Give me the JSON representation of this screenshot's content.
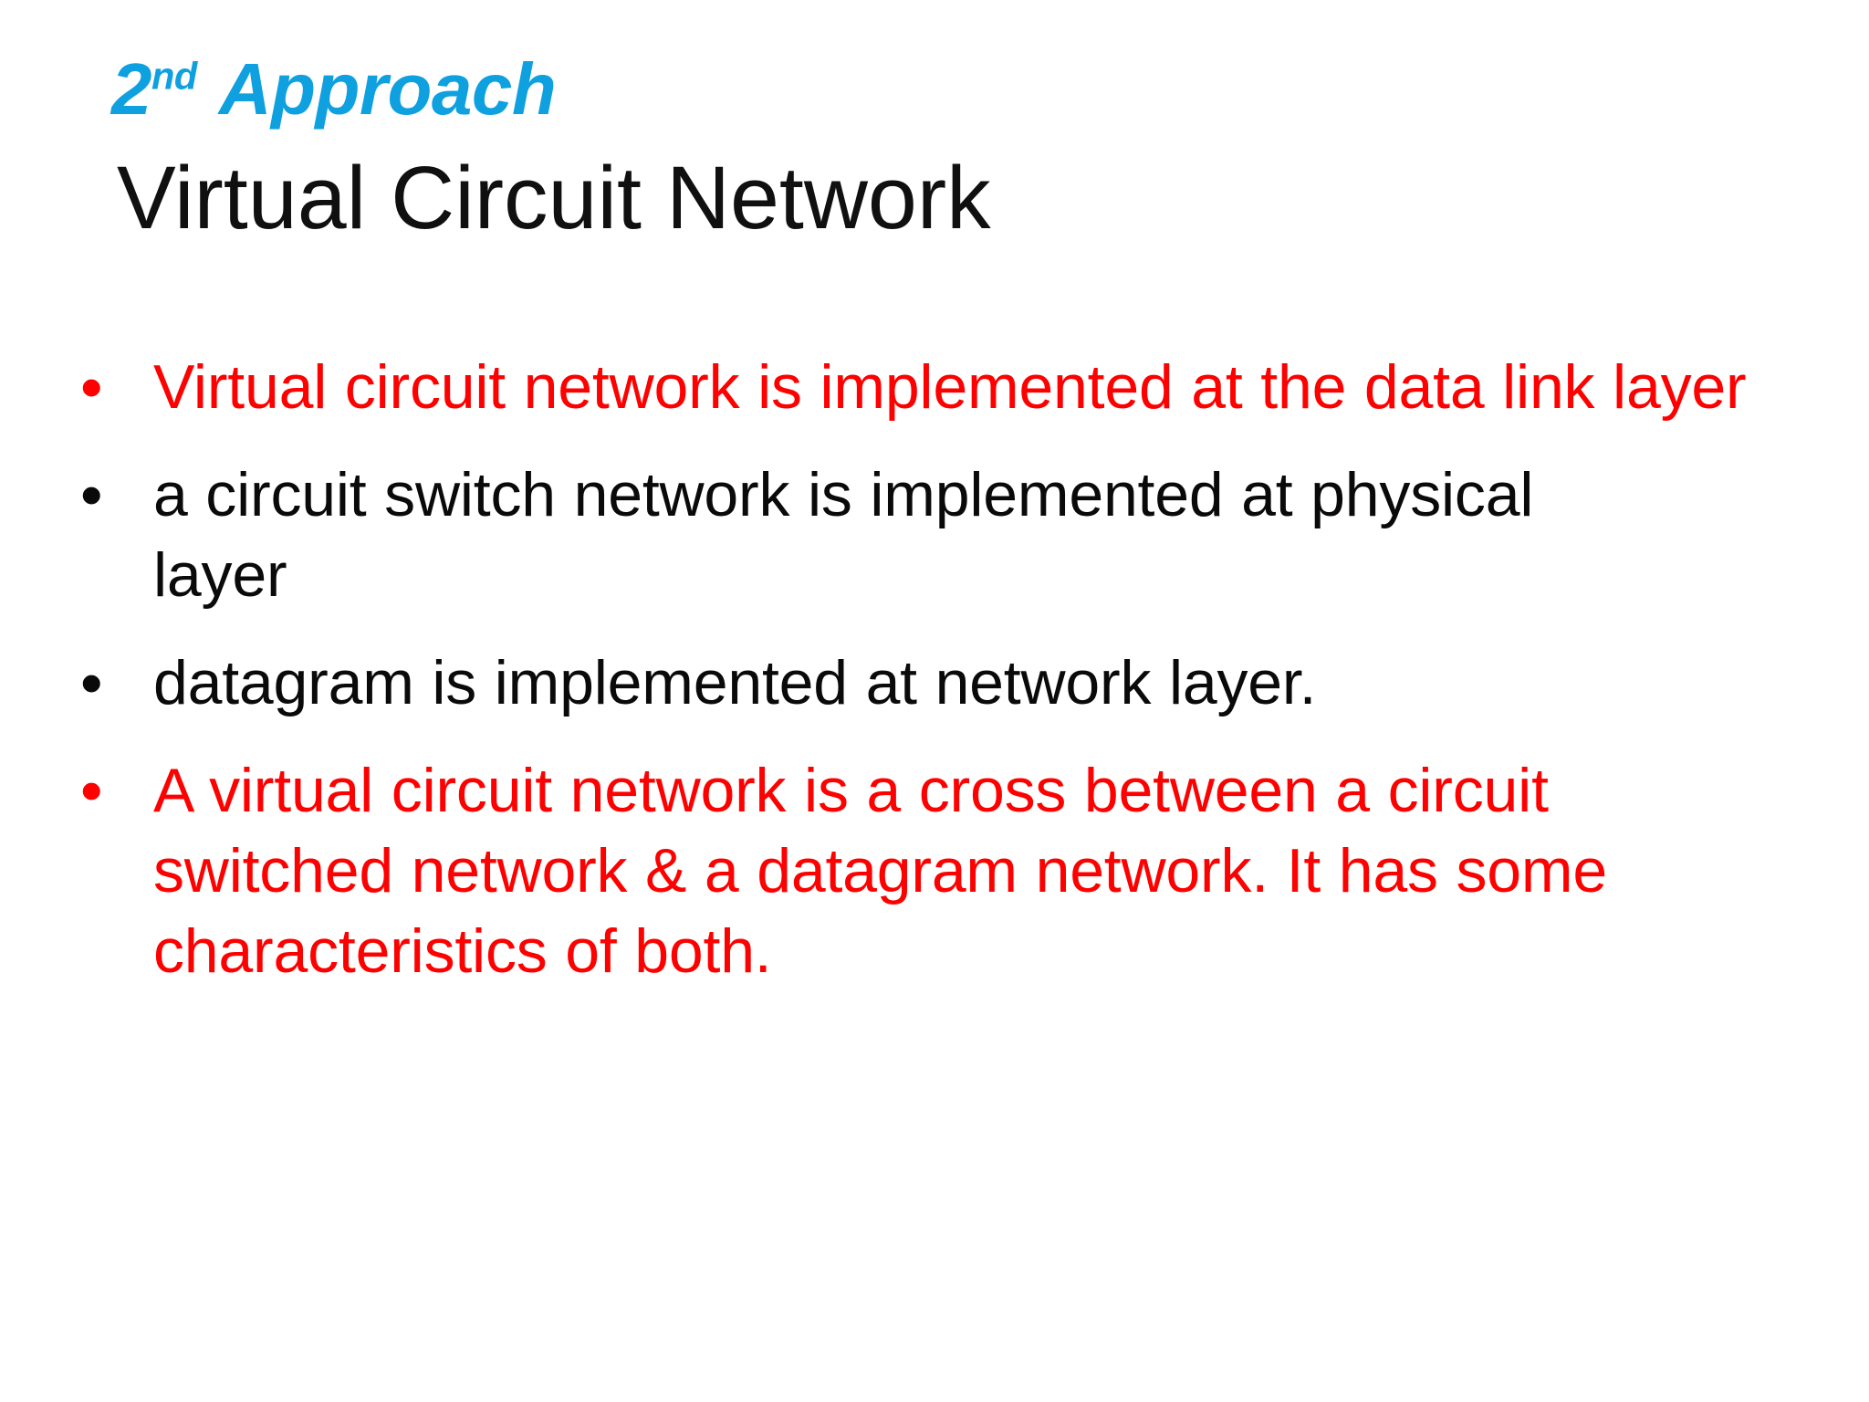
{
  "slide": {
    "background_color": "#FFFFFF",
    "title": {
      "line1_prefix": "2",
      "line1_superscript": "nd",
      "line1_suffix": "Approach",
      "line1_color": "#0FA0E0",
      "line2": "Virtual Circuit Network",
      "line2_color": "#101010"
    },
    "bullets": [
      {
        "marker": "•",
        "text": "Virtual circuit network is implemented at the data link layer",
        "color": "#FF0000"
      },
      {
        "marker": "•",
        "text": "a circuit switch network is implemented at physical layer",
        "color": "#0A0A0A"
      },
      {
        "marker": "•",
        "text": "datagram is implemented at network layer.",
        "color": "#0A0A0A"
      },
      {
        "marker": "•",
        "text": "A virtual circuit network is a cross between a circuit switched network & a datagram network. It has some characteristics of both.",
        "color": "#FF0000"
      }
    ]
  }
}
